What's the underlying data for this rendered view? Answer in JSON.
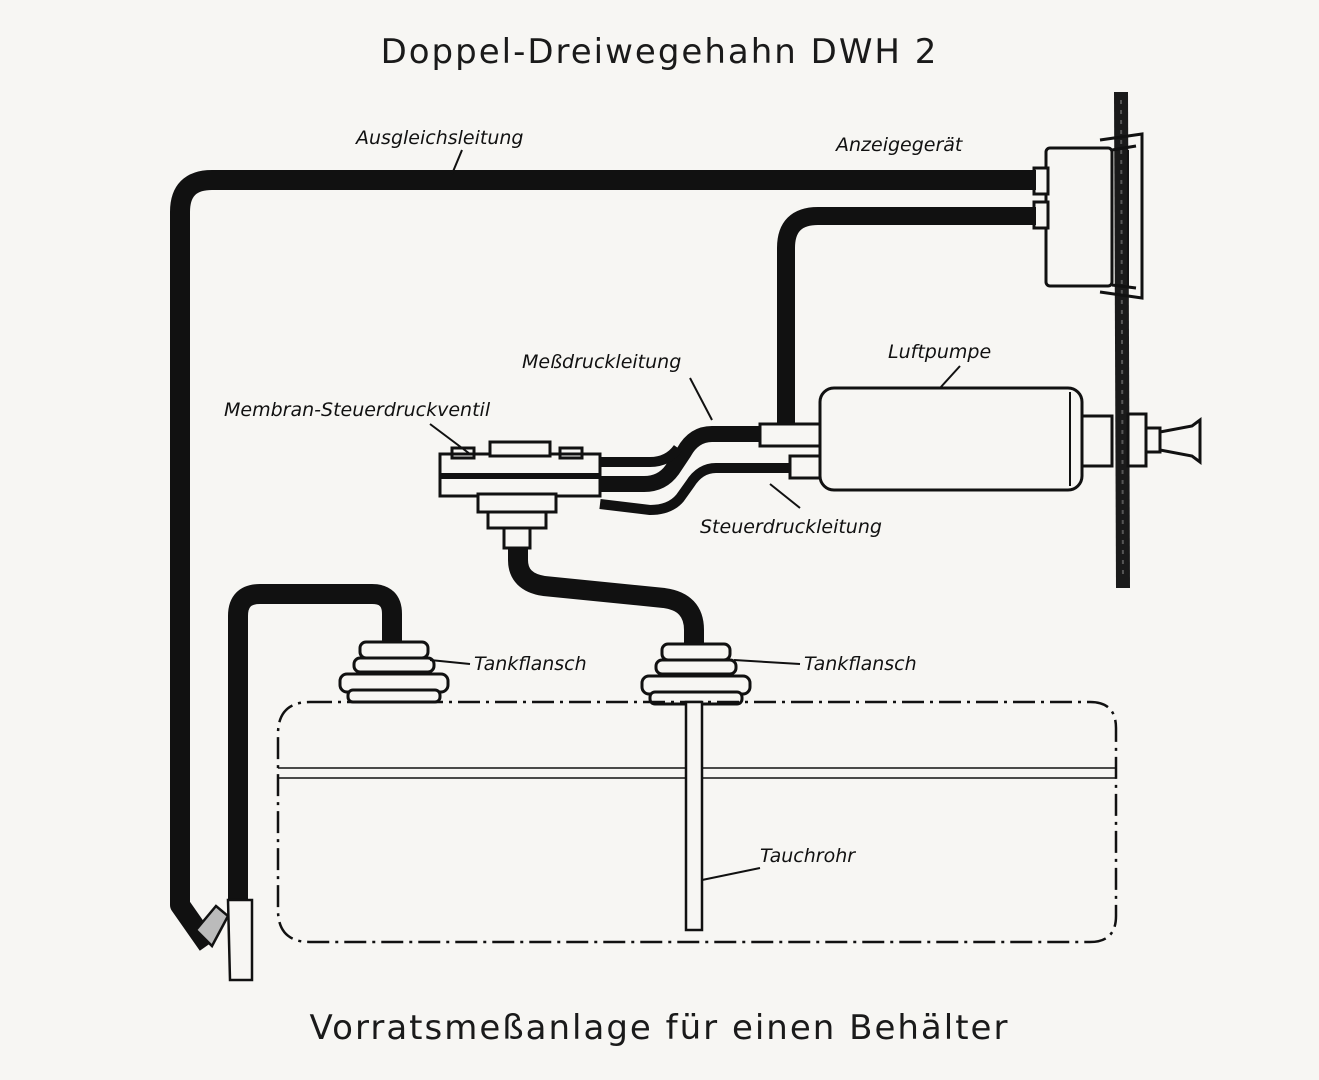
{
  "title": "Doppel-Dreiwegehahn DWH 2",
  "caption": "Vorratsmeßanlage für einen Behälter",
  "labels": {
    "ausgleichsleitung": "Ausgleichsleitung",
    "anzeigegeraet": "Anzeigegerät",
    "messdruckleitung": "Meßdruckleitung",
    "luftpumpe": "Luftpumpe",
    "membran": "Membran-Steuerdruckventil",
    "steuerdruckleitung": "Steuerdruckleitung",
    "tankflansch_left": "Tankflansch",
    "tankflansch_right": "Tankflansch",
    "tauchrohr": "Tauchrohr"
  },
  "colors": {
    "ink": "#111111",
    "paper": "#f7f6f3"
  }
}
